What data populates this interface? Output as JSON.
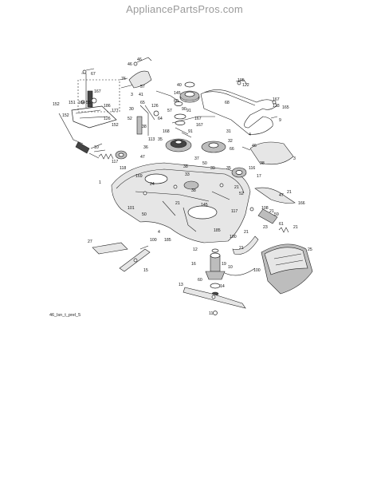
{
  "watermark": "AppliancePartsPros.com",
  "caption": "46_lsn_t_prel_5",
  "labels": [
    "46",
    "76",
    "67",
    "167",
    "152",
    "151",
    "164",
    "55",
    "186",
    "152",
    "126",
    "152",
    "177",
    "3",
    "40",
    "41",
    "57",
    "46",
    "145",
    "60",
    "65",
    "91",
    "57",
    "126",
    "167",
    "30",
    "52",
    "64",
    "38",
    "90",
    "168",
    "91",
    "35",
    "31",
    "167",
    "32",
    "66",
    "105",
    "122",
    "68",
    "167",
    "123",
    "165",
    "9",
    "4",
    "3",
    "46",
    "47",
    "169",
    "113",
    "36",
    "38",
    "37",
    "50",
    "39",
    "33",
    "38",
    "117",
    "118",
    "10",
    "1",
    "24",
    "21",
    "101",
    "50",
    "21",
    "145",
    "52",
    "17",
    "116",
    "35",
    "38",
    "117",
    "21",
    "166",
    "21",
    "4",
    "100",
    "185",
    "185",
    "21",
    "100",
    "21",
    "47",
    "108",
    "59",
    "61",
    "23",
    "21",
    "25",
    "27",
    "12",
    "15",
    "10",
    "100",
    "19",
    "16",
    "14",
    "60",
    "13",
    "11",
    "5"
  ]
}
